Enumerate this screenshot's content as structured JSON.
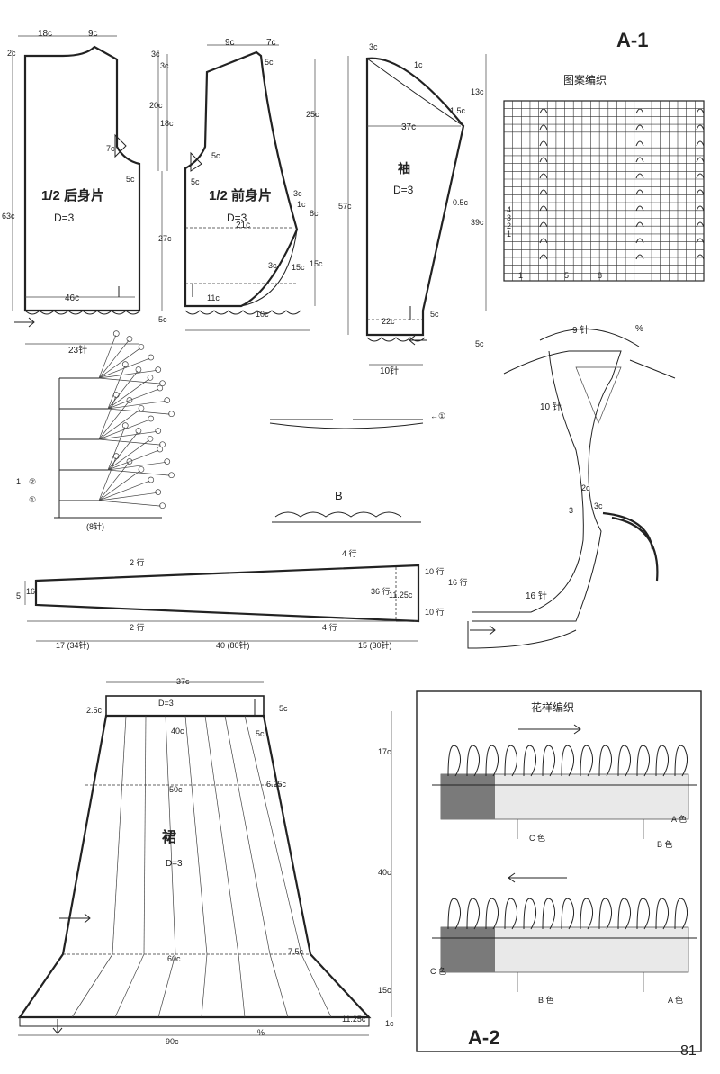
{
  "page": {
    "label_a1": "A-1",
    "label_a2": "A-2",
    "page_number": "81"
  },
  "back_piece": {
    "title": "1/2 后身片",
    "needle": "D=3",
    "dims": [
      "18c",
      "9c",
      "2c",
      "63c",
      "7c",
      "5c",
      "46c",
      "23针"
    ]
  },
  "front_piece": {
    "title": "1/2 前身片",
    "needle": "D=3",
    "dims": [
      "9c",
      "7c",
      "5c",
      "3c",
      "3c",
      "20c",
      "18c",
      "25c",
      "5c",
      "5c",
      "21c",
      "27c",
      "3c",
      "1c",
      "8c",
      "3c",
      "15c",
      "15c",
      "11c",
      "10c",
      "5c"
    ]
  },
  "sleeve": {
    "title": "袖",
    "needle": "D=3",
    "dims": [
      "3c",
      "1c",
      "13c",
      "1.5c",
      "37c",
      "57c",
      "0.5c",
      "39c",
      "22c",
      "5c",
      "5c",
      "10针"
    ]
  },
  "pattern_chart": {
    "title": "图案编织",
    "row_labels": [
      "4",
      "3",
      "2",
      "1"
    ],
    "col_labels": [
      "1",
      "5",
      "8"
    ]
  },
  "collar": {
    "labels": [
      "9 针",
      "%",
      "10 针",
      "2c",
      "3",
      "3c",
      "16 针"
    ]
  },
  "crochet": {
    "labels": [
      "1",
      "②",
      "①",
      "(8针)"
    ],
    "edge_label": "B",
    "edge_marker": "←①"
  },
  "band": {
    "labels": [
      "2 行",
      "4 行",
      "10 行",
      "16 行",
      "36 行",
      "11.25c",
      "10 行",
      "5",
      "16",
      "2 行",
      "4 行",
      "17 (34针)",
      "40 (80针)",
      "15 (30针)"
    ]
  },
  "skirt": {
    "title": "裙",
    "needle": "D=3",
    "dims": [
      "37c",
      "D=3",
      "5c",
      "2.5c",
      "40c",
      "5c",
      "17c",
      "50c",
      "6.25c",
      "40c",
      "60c",
      "7.5c",
      "15c",
      "11.25c",
      "1c",
      "90c",
      "%"
    ]
  },
  "stitch_pattern": {
    "title": "花样编织",
    "color_labels": [
      "A 色",
      "C 色",
      "B 色",
      "C 色",
      "B 色",
      "A 色"
    ]
  }
}
